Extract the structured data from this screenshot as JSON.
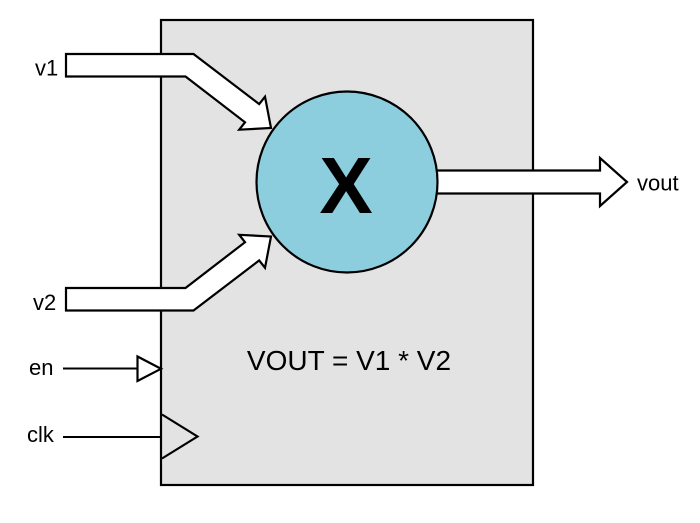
{
  "diagram": {
    "ports": {
      "v1": "v1",
      "v2": "v2",
      "en": "en",
      "clk": "clk",
      "vout": "vout"
    },
    "operator_symbol": "X",
    "equation": "VOUT = V1 * V2",
    "colors": {
      "background": "#FFFFFF",
      "block_fill": "#E3E3E3",
      "circle_fill": "#8CCEDD",
      "arrow_fill": "#FFFFFF",
      "stroke": "#000000"
    }
  }
}
